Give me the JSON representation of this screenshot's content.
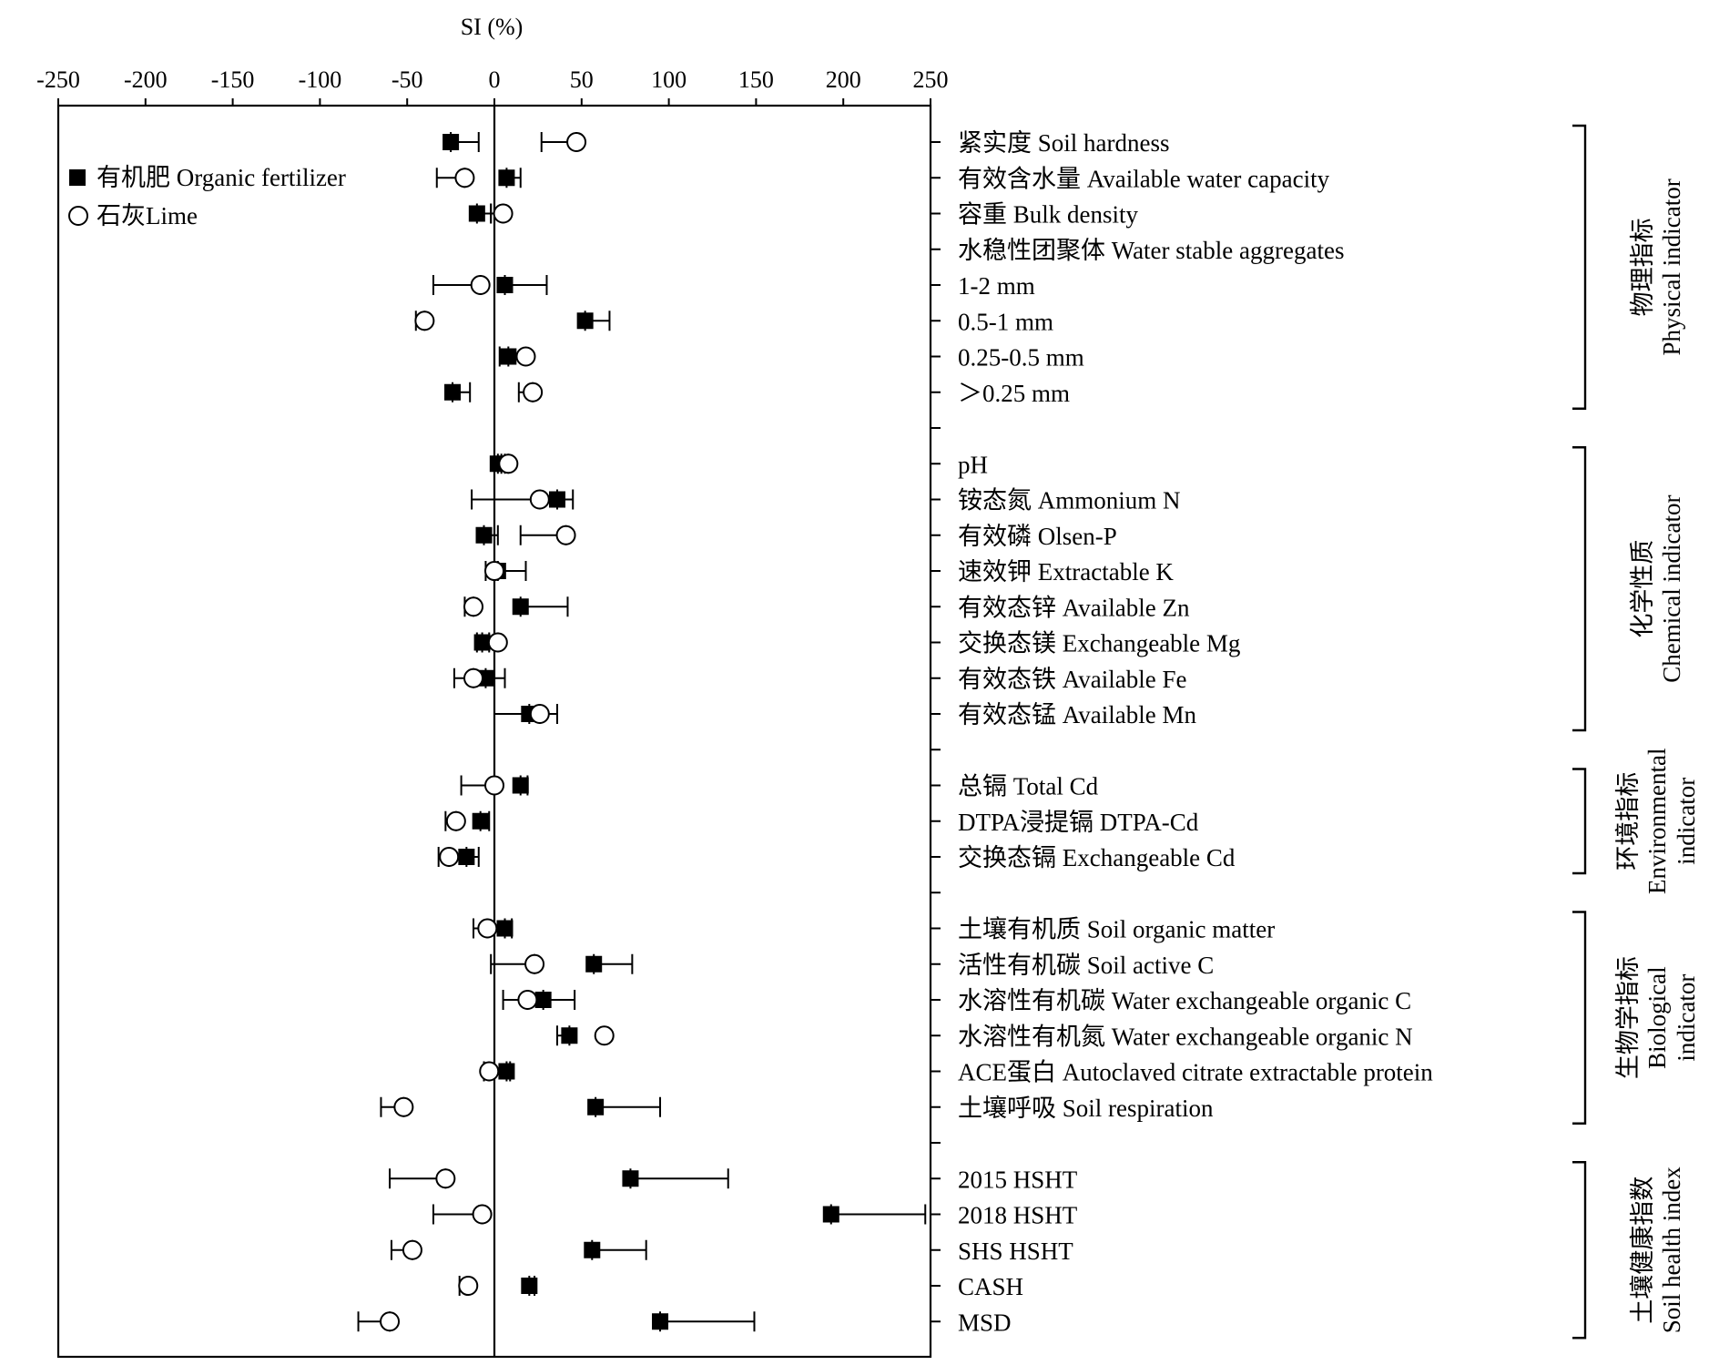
{
  "chart_data": {
    "type": "scatter",
    "xlabel": "SI (%)",
    "xlim": [
      -250,
      250
    ],
    "xticks": [
      -250,
      -200,
      -150,
      -100,
      -50,
      0,
      50,
      100,
      150,
      200,
      250
    ],
    "grid": false,
    "legend_position": "top-left",
    "series": [
      {
        "name": "有机肥 Organic fertilizer",
        "marker": "filled-square"
      },
      {
        "name": "石灰Lime",
        "marker": "open-circle"
      }
    ],
    "rows": [
      {
        "label": "紧实度 Soil hardness",
        "of": -25,
        "of_err": [
          -25,
          -9
        ],
        "lime": 47,
        "lime_err": [
          27,
          47
        ]
      },
      {
        "label": "有效含水量 Available water capacity",
        "of": 7,
        "of_err": [
          7,
          15
        ],
        "lime": -17,
        "lime_err": [
          -33,
          -17
        ]
      },
      {
        "label": "容重 Bulk density",
        "of": -10,
        "of_err": [
          -10,
          -2
        ],
        "lime": 5,
        "lime_err": [
          -2,
          5
        ]
      },
      {
        "label": "水稳性团聚体 Water stable aggregates"
      },
      {
        "label": "1-2 mm",
        "of": 6,
        "of_err": [
          6,
          30
        ],
        "lime": -8,
        "lime_err": [
          -35,
          -8
        ]
      },
      {
        "label": "0.5-1 mm",
        "of": 52,
        "of_err": [
          52,
          66
        ],
        "lime": -40,
        "lime_err": [
          -45,
          -40
        ]
      },
      {
        "label": "0.25-0.5 mm",
        "of": 8,
        "of_err": [
          3,
          8
        ],
        "lime": 18,
        "lime_err": [
          18,
          18
        ]
      },
      {
        "label": "＞0.25 mm",
        "of": -24,
        "of_err": [
          -24,
          -14
        ],
        "lime": 22,
        "lime_err": [
          14,
          22
        ]
      },
      {
        "label": ""
      },
      {
        "label": "pH",
        "of": 2,
        "of_err": [
          2,
          6
        ],
        "lime": 8,
        "lime_err": [
          4,
          8
        ]
      },
      {
        "label": "铵态氮 Ammonium N",
        "of": 36,
        "of_err": [
          36,
          45
        ],
        "lime": 26,
        "lime_err": [
          -13,
          26
        ]
      },
      {
        "label": "有效磷 Olsen-P",
        "of": -6,
        "of_err": [
          -6,
          2
        ],
        "lime": 41,
        "lime_err": [
          15,
          41
        ]
      },
      {
        "label": "速效钾 Extractable K",
        "of": 2,
        "of_err": [
          2,
          18
        ],
        "lime": 0,
        "lime_err": [
          -5,
          0
        ]
      },
      {
        "label": "有效态锌 Available Zn",
        "of": 15,
        "of_err": [
          15,
          42
        ],
        "lime": -12,
        "lime_err": [
          -17,
          -12
        ]
      },
      {
        "label": "交换态镁 Exchangeable Mg",
        "of": -7,
        "of_err": [
          -7,
          -3
        ],
        "lime": 2,
        "lime_err": [
          -10,
          2
        ]
      },
      {
        "label": "有效态铁 Available Fe",
        "of": -5,
        "of_err": [
          -5,
          6
        ],
        "lime": -12,
        "lime_err": [
          -23,
          -12
        ]
      },
      {
        "label": "有效态锰 Available Mn",
        "of": 20,
        "of_err": [
          0,
          20
        ],
        "lime": 26,
        "lime_err": [
          26,
          36
        ]
      },
      {
        "label": ""
      },
      {
        "label": "总镉 Total Cd",
        "of": 15,
        "of_err": [
          15,
          19
        ],
        "lime": 0,
        "lime_err": [
          -19,
          0
        ]
      },
      {
        "label": "DTPA浸提镉 DTPA-Cd",
        "of": -8,
        "of_err": [
          -8,
          -3
        ],
        "lime": -22,
        "lime_err": [
          -28,
          -22
        ]
      },
      {
        "label": "交换态镉 Exchangeable Cd",
        "of": -16,
        "of_err": [
          -16,
          -9
        ],
        "lime": -26,
        "lime_err": [
          -32,
          -26
        ]
      },
      {
        "label": ""
      },
      {
        "label": "土壤有机质 Soil organic matter",
        "of": 6,
        "of_err": [
          6,
          10
        ],
        "lime": -4,
        "lime_err": [
          -12,
          -4
        ]
      },
      {
        "label": "活性有机碳 Soil active C",
        "of": 57,
        "of_err": [
          57,
          79
        ],
        "lime": 23,
        "lime_err": [
          -2,
          23
        ]
      },
      {
        "label": "水溶性有机碳 Water exchangeable organic C",
        "of": 28,
        "of_err": [
          28,
          46
        ],
        "lime": 19,
        "lime_err": [
          5,
          19
        ]
      },
      {
        "label": "水溶性有机氮 Water exchangeable organic N",
        "of": 43,
        "of_err": [
          36,
          43
        ],
        "lime": 63,
        "lime_err": [
          63,
          63
        ]
      },
      {
        "label": "ACE蛋白 Autoclaved citrate extractable protein",
        "of": 7,
        "of_err": [
          7,
          9
        ],
        "lime": -3,
        "lime_err": [
          -6,
          -3
        ]
      },
      {
        "label": "土壤呼吸 Soil respiration",
        "of": 58,
        "of_err": [
          58,
          95
        ],
        "lime": -52,
        "lime_err": [
          -65,
          -52
        ]
      },
      {
        "label": ""
      },
      {
        "label": "2015 HSHT",
        "of": 78,
        "of_err": [
          78,
          134
        ],
        "lime": -28,
        "lime_err": [
          -60,
          -28
        ]
      },
      {
        "label": "2018 HSHT",
        "of": 193,
        "of_err": [
          193,
          247
        ],
        "lime": -7,
        "lime_err": [
          -35,
          -7
        ]
      },
      {
        "label": "SHS HSHT",
        "of": 56,
        "of_err": [
          56,
          87
        ],
        "lime": -47,
        "lime_err": [
          -59,
          -47
        ]
      },
      {
        "label": "CASH",
        "of": 20,
        "of_err": [
          20,
          23
        ],
        "lime": -15,
        "lime_err": [
          -20,
          -15
        ]
      },
      {
        "label": "MSD",
        "of": 95,
        "of_err": [
          95,
          149
        ],
        "lime": -60,
        "lime_err": [
          -78,
          -60
        ]
      }
    ],
    "groups": [
      {
        "lines": [
          "物理指标",
          "Physical indicator"
        ],
        "first_row": 0,
        "last_row": 7
      },
      {
        "lines": [
          "化学性质",
          "Chemical indicator"
        ],
        "first_row": 9,
        "last_row": 16
      },
      {
        "lines": [
          "环境指标",
          "Environmental",
          "indicator"
        ],
        "first_row": 18,
        "last_row": 20
      },
      {
        "lines": [
          "生物学指标",
          "Biological",
          "indicator"
        ],
        "first_row": 22,
        "last_row": 27
      },
      {
        "lines": [
          "土壤健康指数",
          "Soil health index"
        ],
        "first_row": 29,
        "last_row": 33
      }
    ]
  }
}
